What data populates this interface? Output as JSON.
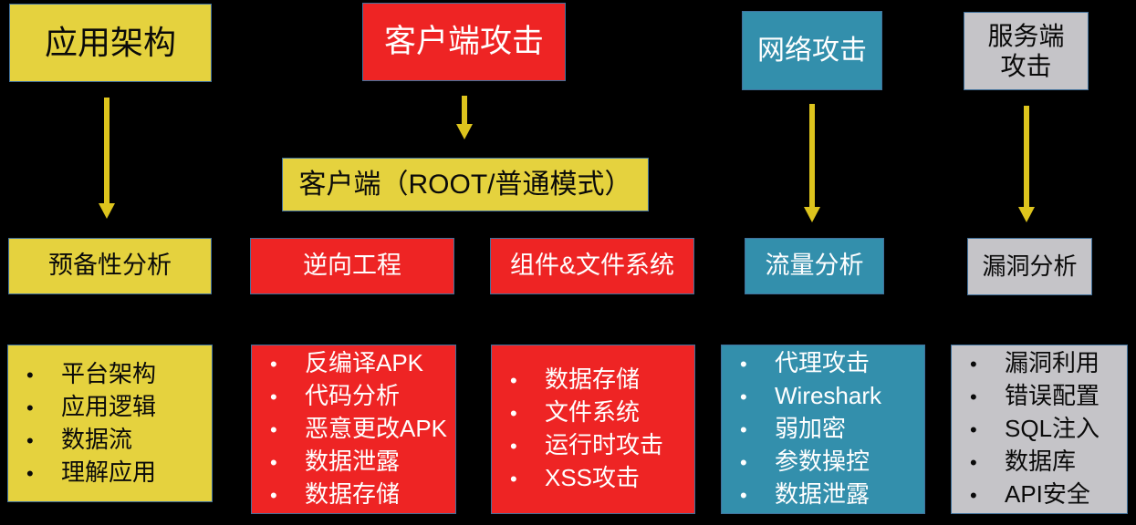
{
  "colors": {
    "background": "#000000",
    "yellow": "#e5d23e",
    "red": "#ee2424",
    "teal": "#338fac",
    "gray": "#c5c4c8",
    "border": "#41719c",
    "arrow": "#ddc41d",
    "text_dark": "#0a0a0a",
    "text_light": "#ffffff"
  },
  "ui": {
    "bullet": "•"
  },
  "top_boxes": [
    {
      "label": "应用架构"
    },
    {
      "label": "客户端攻击"
    },
    {
      "label": "网络攻击"
    },
    {
      "label": "服务端\n攻击"
    }
  ],
  "mid_box": {
    "label": "客户端（ROOT/普通模式）"
  },
  "stage_boxes": [
    {
      "label": "预备性分析"
    },
    {
      "label": "逆向工程"
    },
    {
      "label": "组件&文件系统"
    },
    {
      "label": "流量分析"
    },
    {
      "label": "漏洞分析"
    }
  ],
  "detail_boxes": [
    {
      "items": [
        "平台架构",
        "应用逻辑",
        "数据流",
        "理解应用"
      ]
    },
    {
      "items": [
        "反编译APK",
        "代码分析",
        "恶意更改APK",
        "数据泄露",
        "数据存储"
      ]
    },
    {
      "items": [
        "数据存储",
        "文件系统",
        "运行时攻击",
        "XSS攻击"
      ]
    },
    {
      "items": [
        "代理攻击",
        "Wireshark",
        "弱加密",
        "参数操控",
        "数据泄露"
      ]
    },
    {
      "items": [
        "漏洞利用",
        "错误配置",
        "SQL注入",
        "数据库",
        "API安全"
      ]
    }
  ]
}
